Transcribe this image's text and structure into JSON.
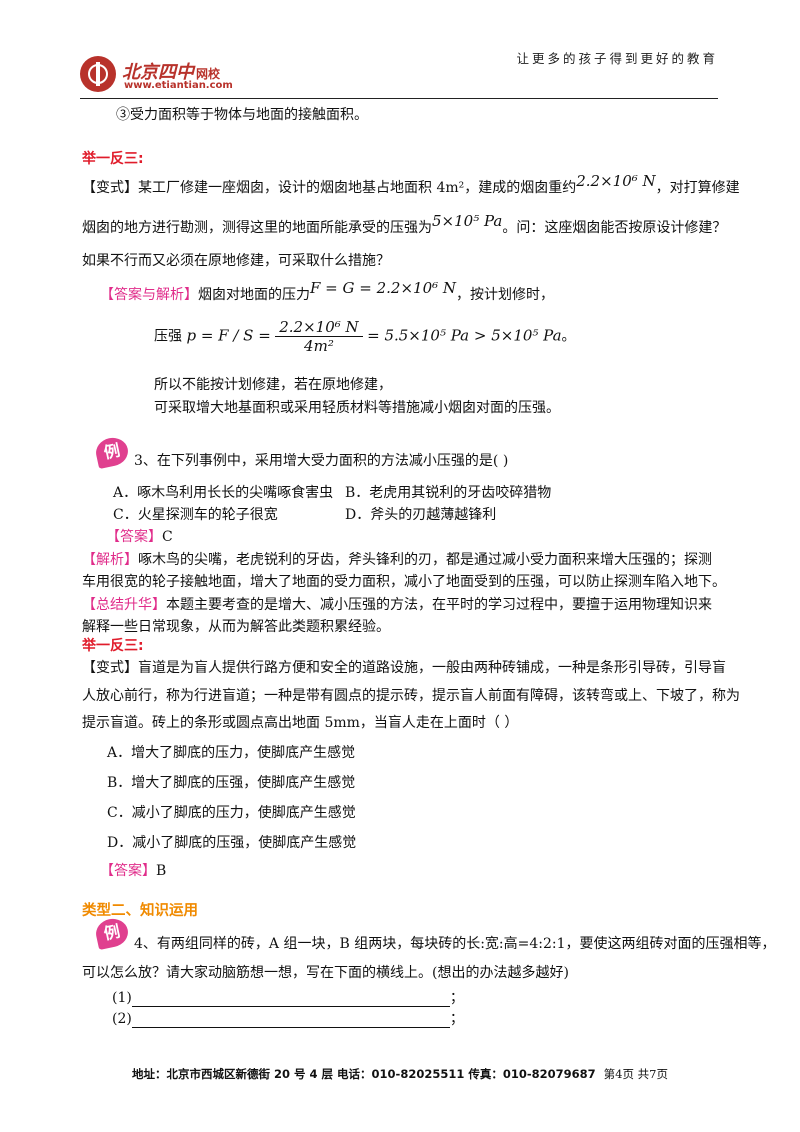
{
  "header": {
    "logo_name": "北京四中",
    "logo_suffix": "网校",
    "logo_url": "www.etiantian.com",
    "slogan": "让更多的孩子得到更好的教育"
  },
  "lines": {
    "l1": "③受力面积等于物体与地面的接触面积。",
    "jyf1": "举一反三:",
    "v1_tag": "【变式】",
    "v1_a": "某工厂修建一座烟囱，设计的烟囱地基占地面积 4m²，建成的烟囱重约",
    "v1_m1": "2.2×10⁶ N",
    "v1_b": "，对打算修建",
    "v1_c": "烟囱的地方进行勘测，测得这里的地面所能承受的压强为",
    "v1_m2": "5×10⁵ Pa",
    "v1_d": "。问：这座烟囱能否按原设计修建？",
    "v1_e": "如果不行而又必须在原地修建，可采取什么措施？",
    "ans_tag": "【答案与解析】",
    "ans_a": "烟囱对地面的压力",
    "ans_m1": "F = G = 2.2×10⁶ N",
    "ans_b": "，按计划修时，",
    "ans_c": "压强",
    "ans_m2": "p = F / S =",
    "ans_num": "2.2×10⁶ N",
    "ans_den": "4m²",
    "ans_m3": "= 5.5×10⁵ Pa > 5×10⁵ Pa",
    "ans_end": "。",
    "ans_d": "所以不能按计划修建，若在原地修建，",
    "ans_e": "可采取增大地基面积或采用轻质材料等措施减小烟囱对面的压强。",
    "li": "例",
    "q3": "3、在下列事例中，采用增大受力面积的方法减小压强的是(    )",
    "q3_a": "A．啄木鸟利用长长的尖嘴啄食害虫",
    "q3_b": "B．老虎用其锐利的牙齿咬碎猎物",
    "q3_c": "C．火星探测车的轮子很宽",
    "q3_d": "D．斧头的刃越薄越锋利",
    "q3_ans_tag": "【答案】",
    "q3_ans": "C",
    "q3_jx_tag": "【解析】",
    "q3_jx1": "啄木鸟的尖嘴，老虎锐利的牙齿，斧头锋利的刃，都是通过减小受力面积来增大压强的；探测",
    "q3_jx2": "车用很宽的轮子接触地面，增大了地面的受力面积，减小了地面受到的压强，可以防止探测车陷入地下。",
    "q3_zj_tag": "【总结升华】",
    "q3_zj1": "本题主要考查的是增大、减小压强的方法，在平时的学习过程中，要擅于运用物理知识来",
    "q3_zj2": "解释一些日常现象，从而为解答此类题积累经验。",
    "jyf2": "举一反三:",
    "v2_tag": "【变式】",
    "v2_a": "盲道是为盲人提供行路方便和安全的道路设施，一般由两种砖铺成，一种是条形引导砖，引导盲",
    "v2_b": "人放心前行，称为行进盲道；一种是带有圆点的提示砖，提示盲人前面有障碍，该转弯或上、下坡了，称为",
    "v2_c": "提示盲道。砖上的条形或圆点高出地面 5mm，当盲人走在上面时（        ）",
    "v2_oa": "A．增大了脚底的压力，使脚底产生感觉",
    "v2_ob": "B．增大了脚底的压强，使脚底产生感觉",
    "v2_oc": "C．减小了脚底的压力，使脚底产生感觉",
    "v2_od": "D．减小了脚底的压强，使脚底产生感觉",
    "v2_ans_tag": "【答案】",
    "v2_ans": "B",
    "type2": "类型二、知识运用",
    "q4a": "4、有两组同样的砖，A 组一块，B 组两块，每块砖的长:宽:高=4:2:1，要使这两组砖对面的压强相等，",
    "q4b": "可以怎么放？请大家动脑筋想一想，写在下面的横线上。(想出的办法越多越好)",
    "q4_1": "(1)",
    "q4_2": "(2)",
    "semi": "；"
  },
  "footer": {
    "addr": "地址：北京市西城区新德街 20 号 4 层  电话：010-82025511  传真：010-82079687",
    "page": "第4页  共7页"
  }
}
